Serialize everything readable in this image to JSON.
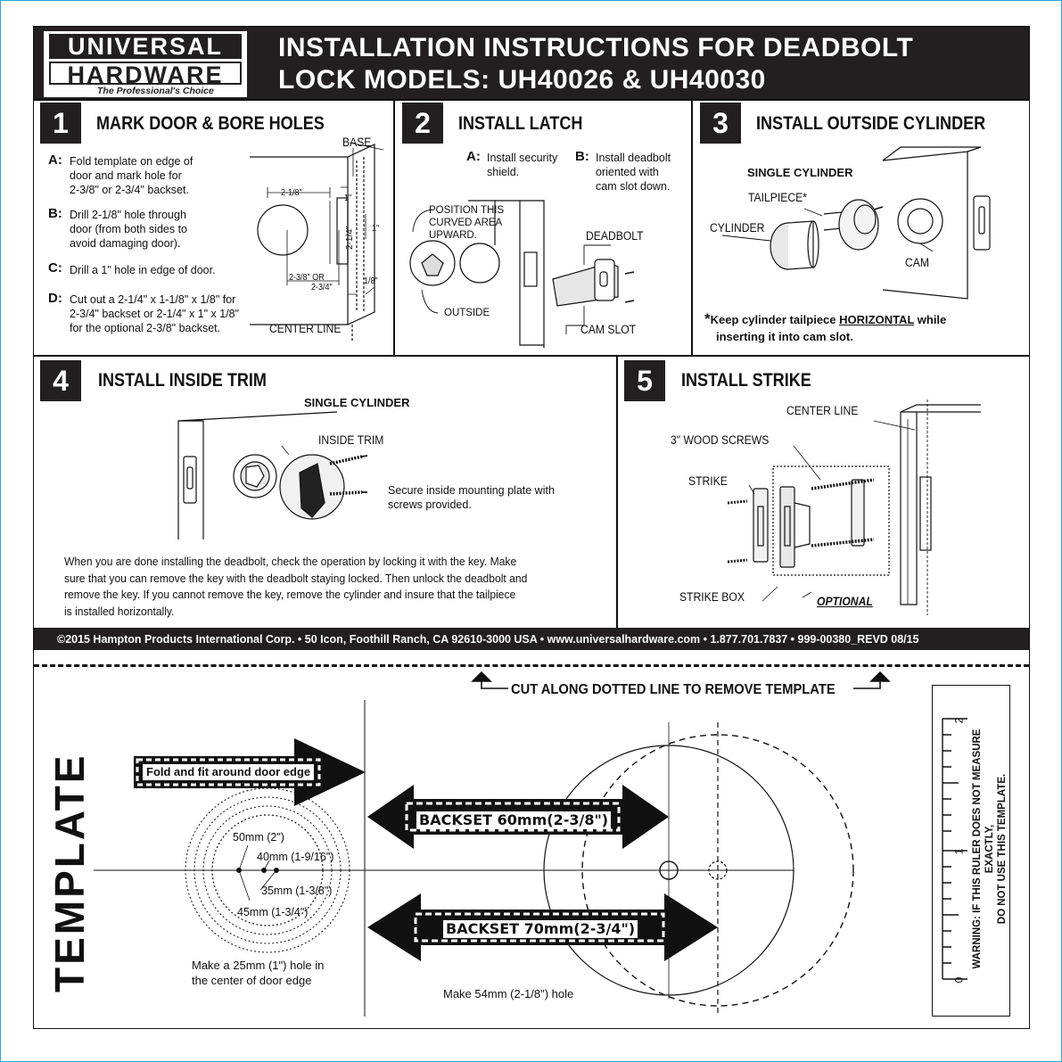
{
  "brand": {
    "line1": "UNIVERSAL",
    "line2": "HARDWARE",
    "tagline": "The Professional's Choice"
  },
  "title": {
    "line1": "INSTALLATION INSTRUCTIONS FOR DEADBOLT",
    "line2": "LOCK MODELS: UH40026 & UH40030"
  },
  "step1": {
    "number": "1",
    "title": "MARK DOOR & BORE HOLES",
    "items": [
      {
        "letter": "A:",
        "lines": [
          "Fold template on edge of",
          "door and mark hole for",
          "2-3/8\" or 2-3/4\" backset."
        ]
      },
      {
        "letter": "B:",
        "lines": [
          "Drill 2-1/8\" hole through",
          "door (from both sides to",
          "avoid damaging door)."
        ]
      },
      {
        "letter": "C:",
        "lines": [
          "Drill a 1\" hole in edge of door."
        ]
      },
      {
        "letter": "D:",
        "lines": [
          "Cut out a 2-1/4\" x 1-1/8\" x 1/8\" for",
          "2-3/4\" backset or 2-1/4\" x 1\" x 1/8\"",
          "for the optional 2-3/8\" backset."
        ]
      }
    ],
    "labels": {
      "base": "BASE",
      "dim_218": "2-1/8\"",
      "dim_1a": "1\"",
      "dim_1b": "1\"",
      "dim_214": "2-1/4\"",
      "dim_238": "2-3/8\" OR",
      "dim_234": "2-3/4\"",
      "dim_18": "1/8\"",
      "center_line": "CENTER LINE"
    }
  },
  "step2": {
    "number": "2",
    "title": "INSTALL LATCH",
    "a_letter": "A:",
    "a_lines": [
      "Install security",
      "shield."
    ],
    "b_letter": "B:",
    "b_lines": [
      "Install deadbolt",
      "oriented with",
      "cam slot down."
    ],
    "position_lines": [
      "POSITION THIS",
      "CURVED AREA",
      "UPWARD."
    ],
    "outside": "OUTSIDE",
    "deadbolt": "DEADBOLT",
    "cam_slot": "CAM SLOT"
  },
  "step3": {
    "number": "3",
    "title": "INSTALL OUTSIDE CYLINDER",
    "single_cylinder": "SINGLE CYLINDER",
    "tailpiece": "TAILPIECE*",
    "cylinder": "CYLINDER",
    "cam": "CAM",
    "note_star": "*",
    "note_pre": "Keep cylinder tailpiece ",
    "note_emph": "HORIZONTAL",
    "note_post": " while",
    "note_line2": "inserting it into cam slot."
  },
  "step4": {
    "number": "4",
    "title": "INSTALL INSIDE TRIM",
    "single_cylinder": "SINGLE CYLINDER",
    "inside_trim": "INSIDE TRIM",
    "secure_lines": [
      "Secure inside mounting plate with",
      "screws provided."
    ],
    "final_lines": [
      "When you are done installing the deadbolt, check the operation by locking it with the key. Make",
      "sure that you can remove the key with the deadbolt staying locked. Then unlock the deadbolt and",
      "remove the key. If you cannot remove the key, remove the cylinder and insure that the tailpiece",
      "is installed horizontally."
    ]
  },
  "step5": {
    "number": "5",
    "title": "INSTALL STRIKE",
    "center_line": "CENTER LINE",
    "wood_screws": "3\" WOOD SCREWS",
    "strike": "STRIKE",
    "strike_box": "STRIKE BOX",
    "optional": "OPTIONAL"
  },
  "footer": "©2015 Hampton Products International Corp. • 50 Icon, Foothill Ranch, CA 92610-3000 USA • www.universalhardware.com • 1.877.701.7837 • 999-00380_REVD 08/15",
  "template": {
    "cut_label": "CUT ALONG DOTTED LINE TO REMOVE TEMPLATE",
    "word": "TEMPLATE",
    "fold_label": "Fold and fit around door edge",
    "backset_60": "BACKSET 60mm(2-3/8\")",
    "backset_70": "BACKSET 70mm(2-3/4\")",
    "circle_50": "50mm (2\")",
    "circle_40": "40mm (1-9/16\")",
    "circle_35": "35mm (1-3/8\")",
    "circle_45": "45mm (1-3/4\")",
    "hole_25_lines": [
      "Make a 25mm (1\") hole in",
      "the center of door edge"
    ],
    "hole_54": "Make 54mm (2-1/8\") hole",
    "ruler_ticks": [
      "2",
      "1",
      "0"
    ],
    "ruler_warning_lines": [
      "WARNING: IF THIS RULER DOES NOT MEASURE EXACTLY,",
      "DO NOT USE THIS TEMPLATE."
    ]
  }
}
